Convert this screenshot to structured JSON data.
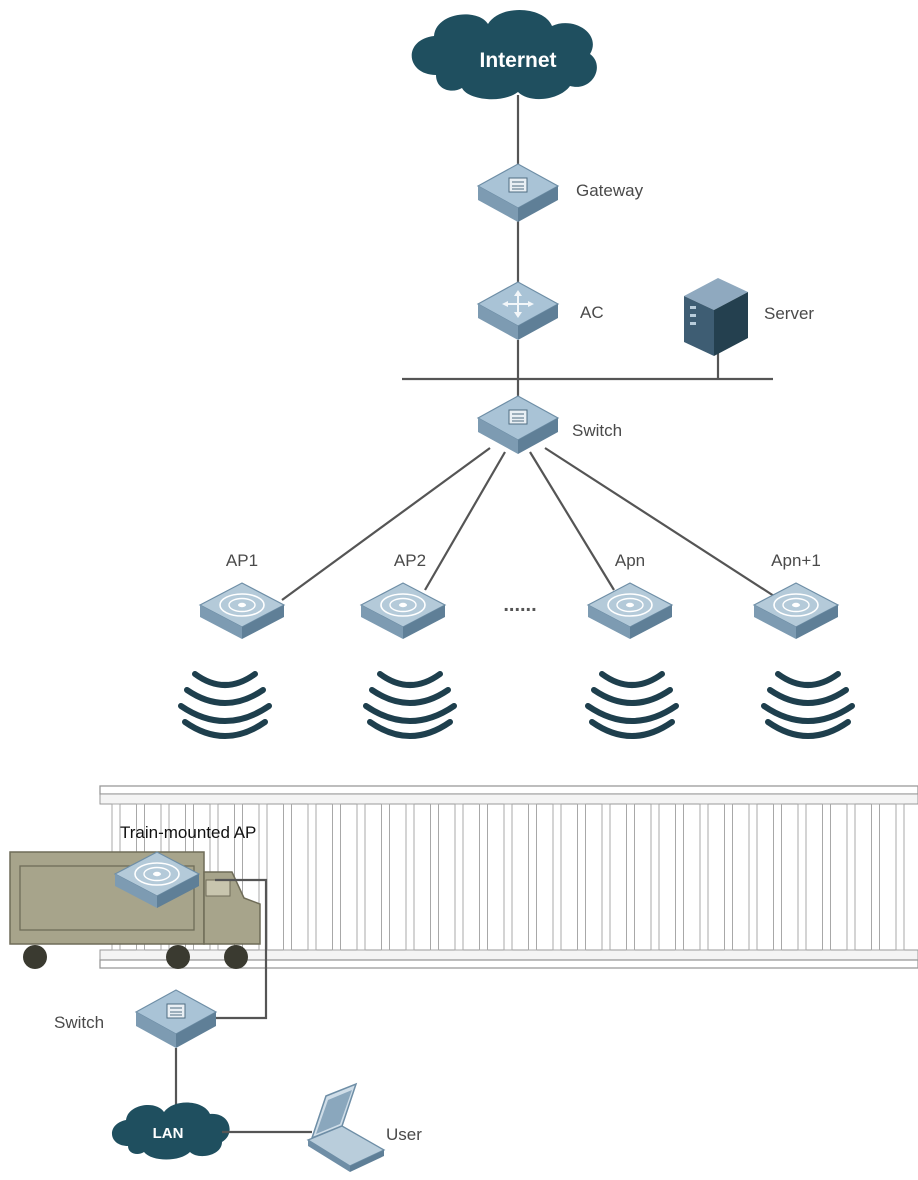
{
  "diagram": {
    "internet_label": "Internet",
    "gateway_label": "Gateway",
    "ac_label": "AC",
    "server_label": "Server",
    "core_switch_label": "Switch",
    "aps": [
      {
        "label": "AP1"
      },
      {
        "label": "AP2"
      },
      {
        "label": "Apn"
      },
      {
        "label": "Apn+1"
      }
    ],
    "ellipsis_label": "......",
    "train_ap_label": "Train-mounted AP",
    "train_switch_label": "Switch",
    "lan_label": "LAN",
    "user_label": "User"
  },
  "colors": {
    "cloud": "#1f4f5f",
    "device_top": "#9cb8cc",
    "device_side": "#6f8ea6",
    "wave": "#1e3f4d",
    "train": "#a7a48b",
    "line": "#555555"
  }
}
